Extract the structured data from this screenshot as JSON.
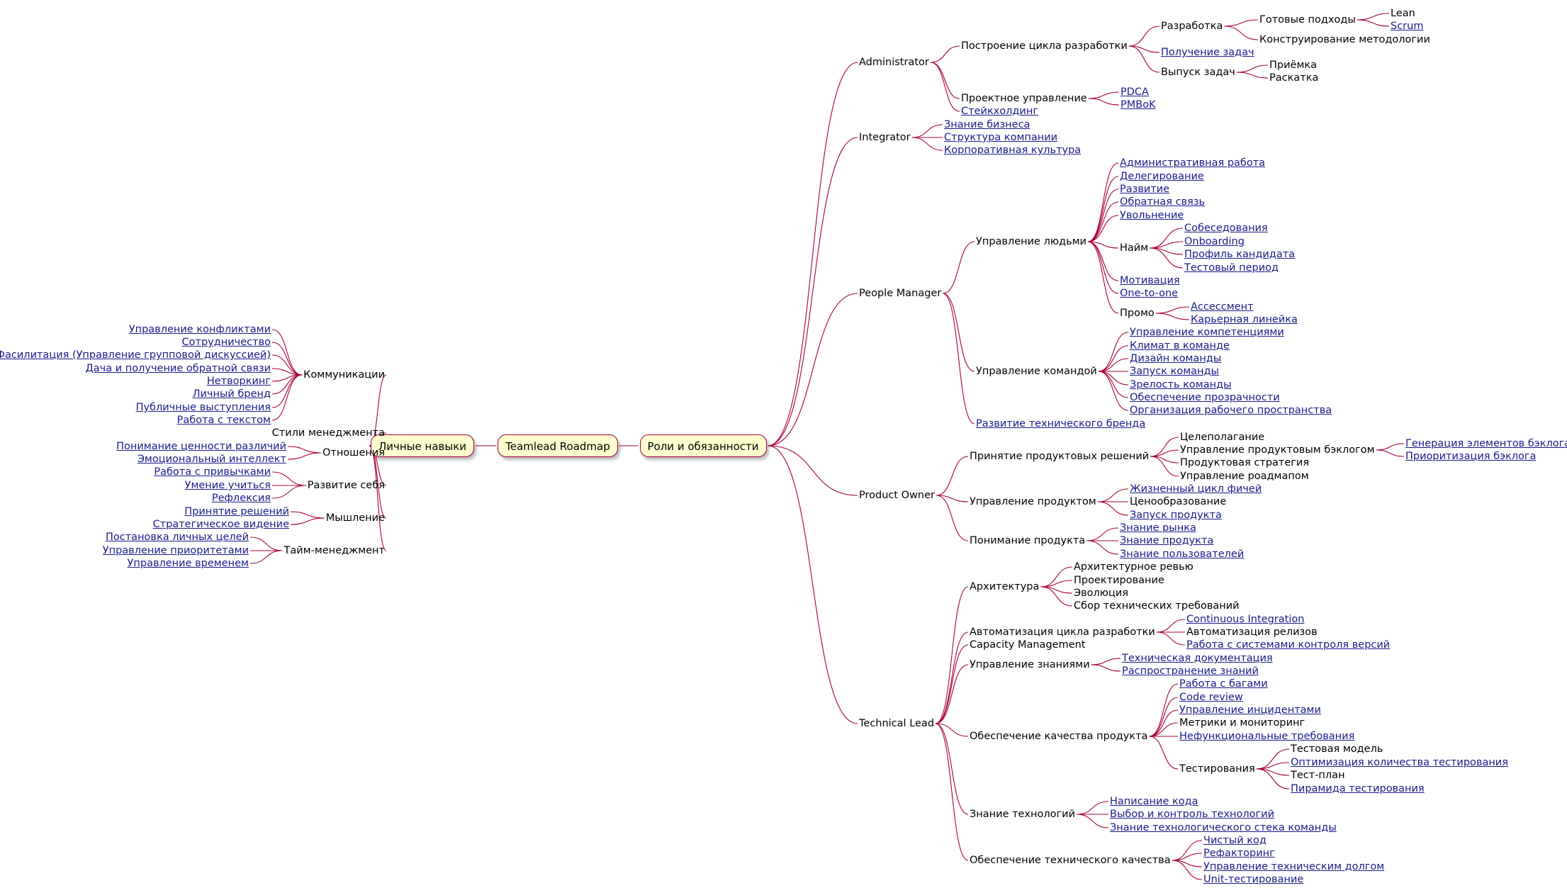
{
  "title": "Teamlead Roadmap",
  "colors": {
    "edge": "#a80036",
    "box_fill": "#fefece",
    "link": "#1a1a8c",
    "text": "#000000"
  },
  "roles": {
    "label": "Роли и обязанности",
    "administrator": {
      "label": "Administrator",
      "build_cycle": {
        "label": "Построение цикла разработки",
        "development": {
          "label": "Разработка",
          "ready_approaches": {
            "label": "Готовые подходы",
            "lean": "Lean",
            "scrum": "Scrum"
          },
          "methodology_design": "Конструирование методологии"
        },
        "getting_tasks": "Получение задач",
        "task_release": {
          "label": "Выпуск задач",
          "acceptance": "Приёмка",
          "rollout": "Раскатка"
        }
      },
      "project_management": {
        "label": "Проектное управление",
        "pdca": "PDCA",
        "pmbok": "PMBoK"
      },
      "stakeholding": "Стейкхолдинг"
    },
    "integrator": {
      "label": "Integrator",
      "business_knowledge": "Знание бизнеса",
      "company_structure": "Структура компании",
      "corporate_culture": "Корпоративная культура"
    },
    "people_manager": {
      "label": "People Manager",
      "people": {
        "label": "Управление людьми",
        "admin_work": "Административная работа",
        "delegation": "Делегирование",
        "growth": "Развитие",
        "feedback": "Обратная связь",
        "dismissal": "Увольнение",
        "hiring": {
          "label": "Найм",
          "interviews": "Собеседования",
          "onboarding": "Onboarding",
          "candidate_profile": "Профиль кандидата",
          "probation": "Тестовый период"
        },
        "motivation": "Мотивация",
        "one_to_one": "One-to-one",
        "promo": {
          "label": "Промо",
          "assessment": "Ассессмент",
          "career_ladder": "Карьерная линейка"
        }
      },
      "team": {
        "label": "Управление командой",
        "competencies": "Управление компетенциями",
        "climate": "Климат в команде",
        "team_design": "Дизайн команды",
        "team_launch": "Запуск команды",
        "team_maturity": "Зрелость команды",
        "transparency": "Обеспечение прозрачности",
        "workspace": "Организация рабочего пространства"
      },
      "tech_brand": "Развитие технического бренда"
    },
    "product_owner": {
      "label": "Product Owner",
      "decisions": {
        "label": "Принятие продуктовых решений",
        "goal_setting": "Целеполагание",
        "backlog": {
          "label": "Управление продуктовым бэклогом",
          "generation": "Генерация элементов бэклога",
          "prioritization": "Приоритизация бэклога"
        },
        "strategy": "Продуктовая стратегия",
        "roadmap": "Управление роадмапом"
      },
      "product_management": {
        "label": "Управление продуктом",
        "lifecycle": "Жизненный цикл фичей",
        "pricing": "Ценообразование",
        "launch": "Запуск продукта"
      },
      "understanding": {
        "label": "Понимание продукта",
        "market": "Знание рынка",
        "product": "Знание продукта",
        "users": "Знание пользователей"
      }
    },
    "technical_lead": {
      "label": "Technical Lead",
      "architecture": {
        "label": "Архитектура",
        "review": "Архитектурное ревью",
        "design": "Проектирование",
        "evolution": "Эволюция",
        "requirements": "Сбор технических требований"
      },
      "automation": {
        "label": "Автоматизация цикла разработки",
        "ci": "Continuous Integration",
        "release_automation": "Автоматизация релизов",
        "vcs": "Работа с системами контроля версий"
      },
      "capacity": "Capacity Management",
      "knowledge": {
        "label": "Управление знаниями",
        "docs": "Техническая документация",
        "sharing": "Распространение знаний"
      },
      "quality": {
        "label": "Обеспечение качества продукта",
        "bugs": "Работа с багами",
        "code_review": "Code review",
        "incidents": "Управление инцидентами",
        "metrics": "Метрики и мониторинг",
        "nfr": "Нефункциональные требования",
        "testing": {
          "label": "Тестирования",
          "model": "Тестовая модель",
          "optimization": "Оптимизация количества тестирования",
          "plan": "Тест-план",
          "pyramid": "Пирамида тестирования"
        }
      },
      "tech_knowledge": {
        "label": "Знание технологий",
        "writing_code": "Написание кода",
        "tech_choice": "Выбор и контроль технологий",
        "stack": "Знание технологического стека команды"
      },
      "tech_quality": {
        "label": "Обеспечение технического качества",
        "clean_code": "Чистый код",
        "refactoring": "Рефакторинг",
        "tech_debt": "Управление техническим долгом",
        "unit_testing": "Unit-тестирование"
      }
    }
  },
  "skills": {
    "label": "Личные навыки",
    "communications": {
      "label": "Коммуникации",
      "conflicts": "Управление конфликтами",
      "cooperation": "Сотрудничество",
      "facilitation": "Фасилитация (Управление групповой дискуссией)",
      "feedback": "Дача и получение обратной связи",
      "networking": "Нетворкинг",
      "personal_brand": "Личный бренд",
      "public_speaking": "Публичные выступления",
      "text_work": "Работа с текстом"
    },
    "management_styles": "Стили менеджмента",
    "relations": {
      "label": "Отношения",
      "diversity": "Понимание ценности различий",
      "eq": "Эмоциональный интеллект"
    },
    "self_development": {
      "label": "Развитие себя",
      "habits": "Работа с привычками",
      "learning": "Умение учиться",
      "reflection": "Рефлексия"
    },
    "thinking": {
      "label": "Мышление",
      "decision_making": "Принятие решений",
      "strategic_vision": "Стратегическое видение"
    },
    "time_management": {
      "label": "Тайм-менеджмент",
      "personal_goals": "Постановка личных целей",
      "priorities": "Управление приоритетами",
      "time": "Управление временем"
    }
  }
}
